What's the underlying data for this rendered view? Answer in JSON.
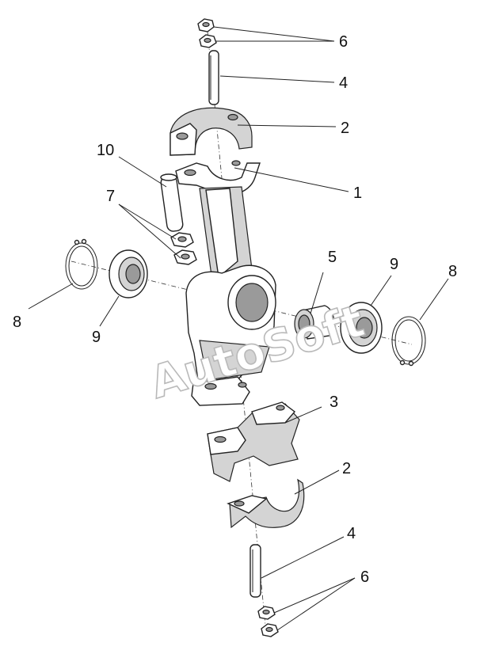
{
  "watermark": "AutoSoft",
  "callouts": {
    "c1": "1",
    "c2_top": "2",
    "c2_bottom": "2",
    "c3": "3",
    "c4_top": "4",
    "c4_bottom": "4",
    "c5": "5",
    "c6_top": "6",
    "c6_bottom": "6",
    "c7": "7",
    "c8_left": "8",
    "c8_right": "8",
    "c9_left": "9",
    "c9_right": "9",
    "c10": "10"
  }
}
